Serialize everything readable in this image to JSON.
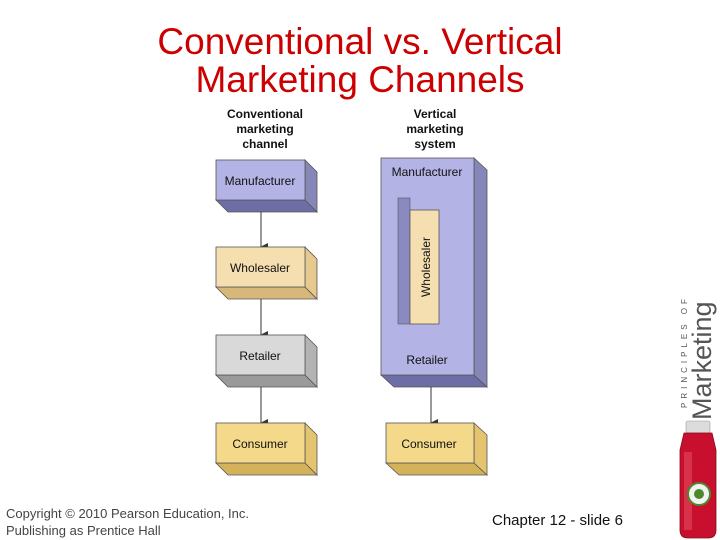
{
  "slide": {
    "title_line1": "Conventional vs. Vertical",
    "title_line2": "Marketing Channels"
  },
  "conventional": {
    "heading": [
      "Conventional",
      "marketing",
      "channel"
    ],
    "boxes": [
      "Manufacturer",
      "Wholesaler",
      "Retailer",
      "Consumer"
    ]
  },
  "vertical": {
    "heading": [
      "Vertical",
      "marketing",
      "system"
    ],
    "outer_top_label": "Manufacturer",
    "inner_label": "Wholesaler",
    "outer_bottom_label": "Retailer",
    "consumer": "Consumer"
  },
  "footer": {
    "copyright_line1": "Copyright © 2010 Pearson Education, Inc.",
    "copyright_line2": "Publishing as Prentice Hall",
    "chapter": "Chapter 12 - slide 6"
  },
  "branding": {
    "small_text": "PRINCIPLES OF",
    "big_text": "Marketing"
  },
  "colors": {
    "title": "#cc0000",
    "manufacturer": "#b3b3e6",
    "wholesaler": "#f5deb0",
    "retailer": "#d9d9d9",
    "consumer": "#f5d98a",
    "vms": "#b3b3e6",
    "bottle": "#c8102e"
  }
}
